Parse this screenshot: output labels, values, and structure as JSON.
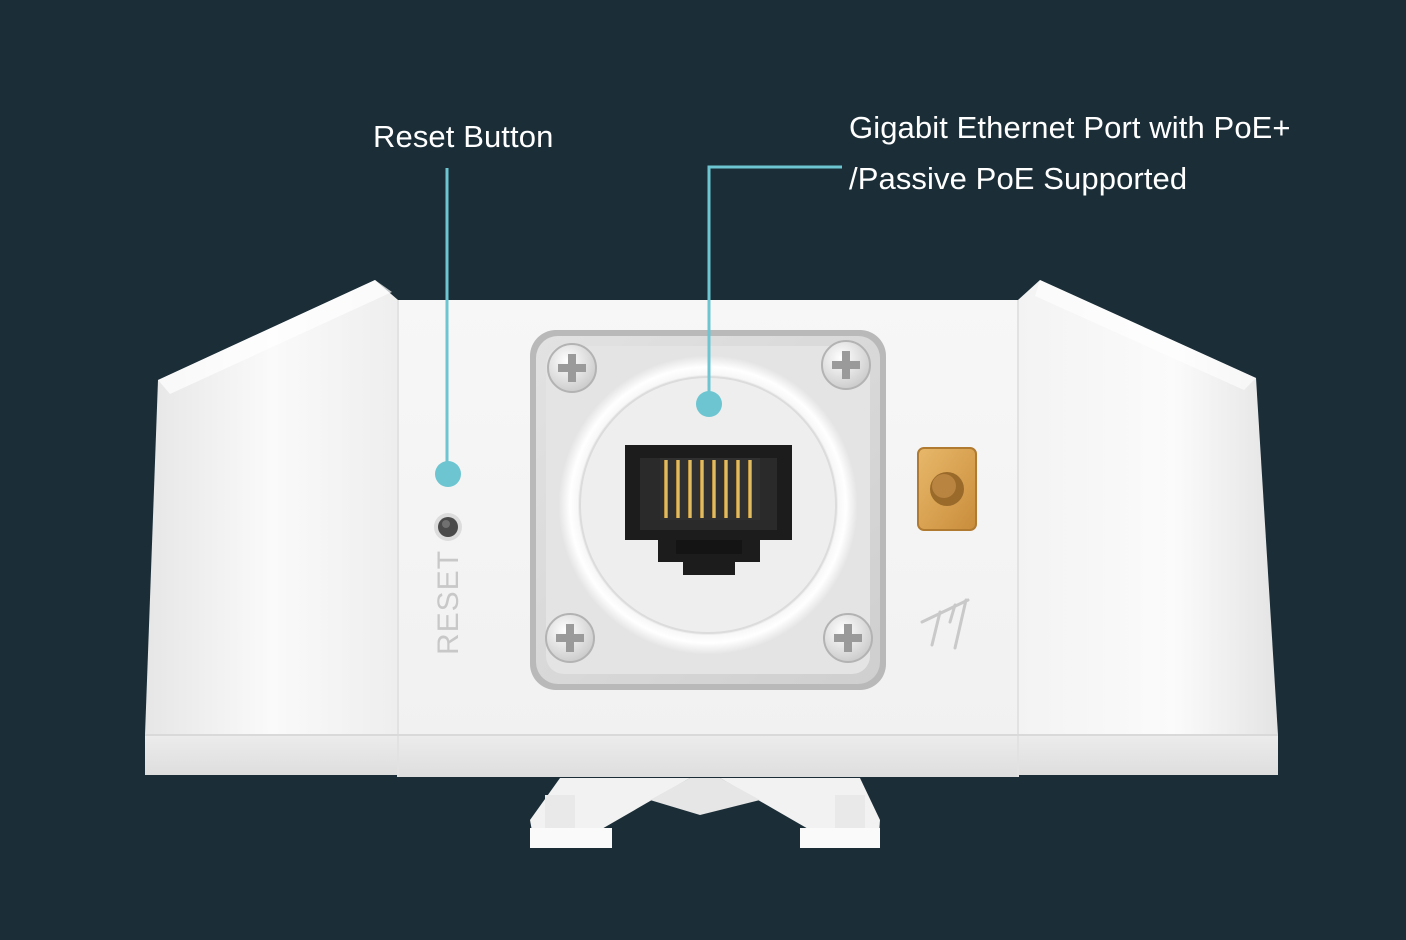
{
  "colors": {
    "background": "#1b2e38",
    "accent": "#6cc5d1",
    "device_body": "#f4f4f4",
    "label_text": "#ffffff"
  },
  "callouts": {
    "reset": {
      "label": "Reset Button"
    },
    "ethernet": {
      "label_line1": "Gigabit Ethernet Port with PoE+",
      "label_line2": "/Passive PoE Supported"
    }
  },
  "device": {
    "reset_marking": "RESET",
    "ground_symbol": "ground-symbol-icon"
  }
}
